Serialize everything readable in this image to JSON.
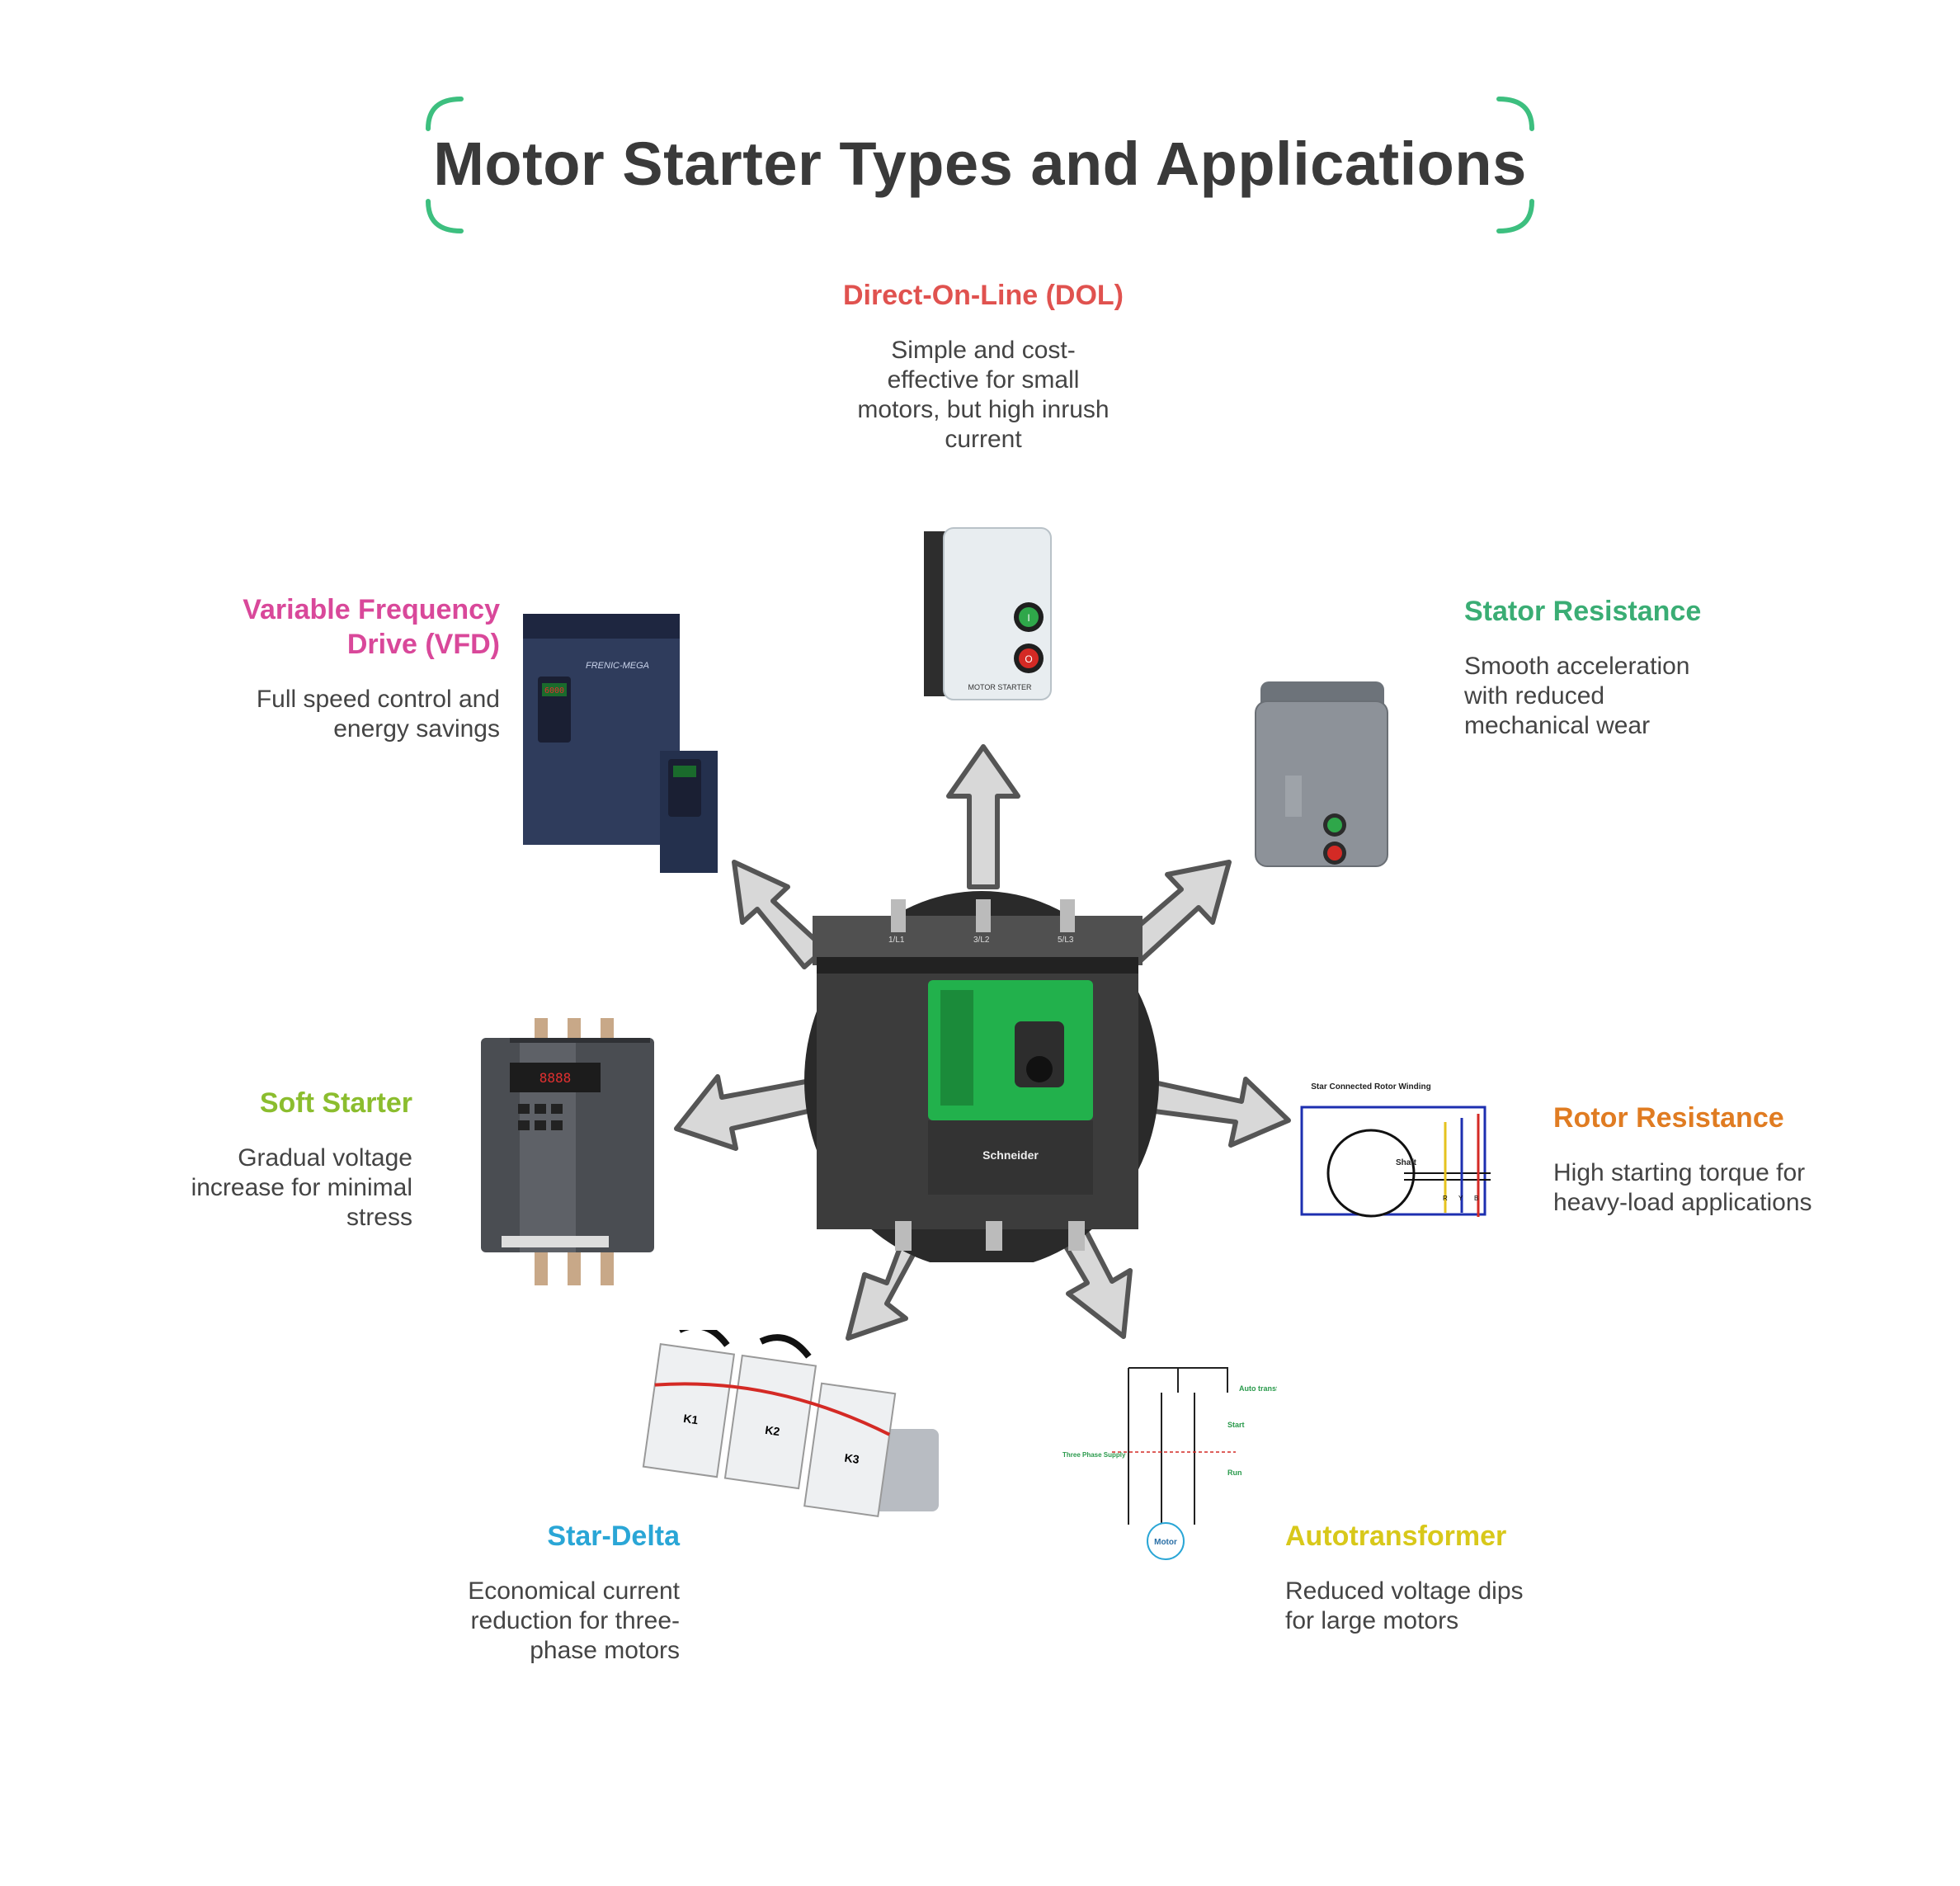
{
  "title": "Motor Starter Types and Applications",
  "colors": {
    "frame": "#3dbf7f",
    "arrow_fill": "#d8d8d8",
    "arrow_stroke": "#555555",
    "dol": "#e0524f",
    "stator": "#3aad74",
    "rotor": "#e07c22",
    "autotransformer": "#d8c81a",
    "star_delta": "#2aa6d6",
    "soft_starter": "#8bbd2e",
    "vfd": "#d9489a"
  },
  "starters": {
    "dol": {
      "name": "Direct-On-Line (DOL)",
      "description": "Simple and cost-effective for small motors, but high inrush current"
    },
    "stator": {
      "name": "Stator Resistance",
      "description": "Smooth acceleration with reduced mechanical wear"
    },
    "rotor": {
      "name": "Rotor Resistance",
      "description": "High starting torque for heavy-load applications"
    },
    "autotransformer": {
      "name": "Autotransformer",
      "description": "Reduced voltage dips for large motors"
    },
    "star_delta": {
      "name": "Star-Delta",
      "description": "Economical current reduction for three-phase motors"
    },
    "soft_starter": {
      "name": "Soft Starter",
      "description": "Gradual voltage increase for minimal stress"
    },
    "vfd": {
      "name": "Variable Frequency Drive (VFD)",
      "description": "Full speed control and energy savings"
    }
  },
  "image_text": {
    "dol_label": "MOTOR STARTER",
    "dol_green_button": "I",
    "dol_red_button": "O",
    "vfd_brand": "FRENIC-MEGA",
    "vfd_display": "6000",
    "soft_display": "8888",
    "center_brand": "Schneider",
    "center_terminals": [
      "1/L1",
      "3/L2",
      "5/L3"
    ],
    "rotor_diagram_title": "Star Connected Rotor Winding",
    "rotor_shaft": "Shaft",
    "rotor_phases": [
      "R",
      "Y",
      "B"
    ],
    "auto_label_transformer": "Auto transformer",
    "auto_label_start": "Start",
    "auto_label_run": "Run",
    "auto_label_supply": "Three Phase Supply",
    "auto_label_motor": "Motor",
    "star_delta_contactors": [
      "K1",
      "K2",
      "K3"
    ]
  }
}
